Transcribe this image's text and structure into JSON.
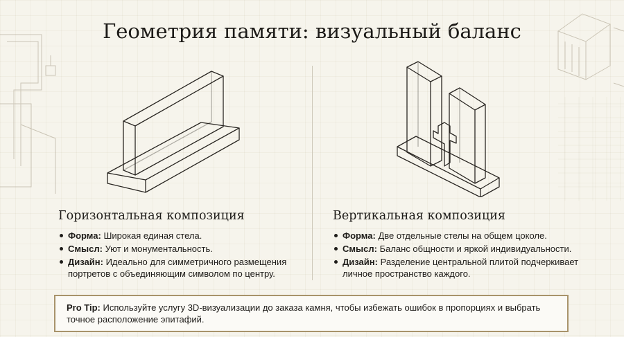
{
  "title": "Геометрия памяти: визуальный баланс",
  "left": {
    "heading": "Горизонтальная композиция",
    "items": [
      {
        "label": "Форма:",
        "text": "Широкая единая стела."
      },
      {
        "label": "Смысл:",
        "text": "Уют и монументальность."
      },
      {
        "label": "Дизайн:",
        "text": "Идеально для симметричного размещения портретов с объединяющим символом по центру."
      }
    ]
  },
  "right": {
    "heading": "Вертикальная композиция",
    "items": [
      {
        "label": "Форма:",
        "text": "Две отдельные стелы на общем цоколе."
      },
      {
        "label": "Смысл:",
        "text": "Баланс общности и яркой индивидуальности."
      },
      {
        "label": "Дизайн:",
        "text": "Разделение центральной плитой подчеркивает личное пространство каждого."
      }
    ]
  },
  "tip": {
    "label": "Pro Tip:",
    "text": "Используйте услугу 3D-визуализации до заказа камня, чтобы избежать ошибок в пропорциях и выбрать точное расположение эпитафий."
  },
  "colors": {
    "background": "#f6f4ec",
    "tip_border": "#a8936b",
    "line": "#2a2723"
  }
}
